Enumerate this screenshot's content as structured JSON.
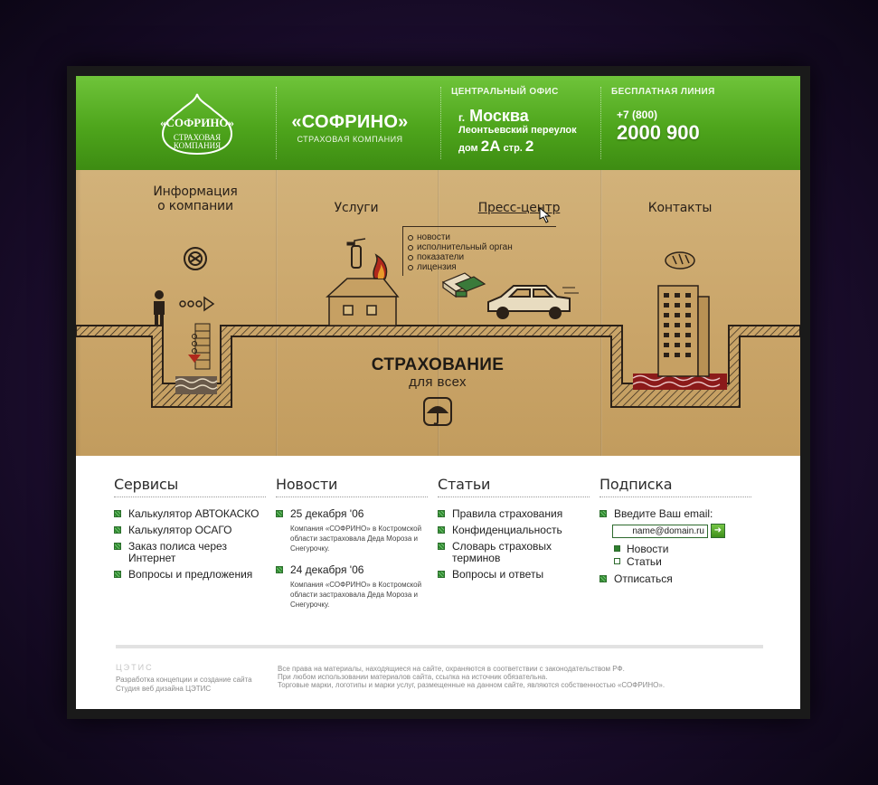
{
  "logo": {
    "name": "«СОФРИНО»",
    "sub_line1": "СТРАХОВАЯ",
    "sub_line2": "КОМПАНИЯ"
  },
  "brand": {
    "name": "«СОФРИНО»",
    "subtitle": "СТРАХОВАЯ КОМПАНИЯ"
  },
  "office": {
    "label": "ЦЕНТРАЛЬНЫЙ ОФИС",
    "city_prefix": "г.",
    "city": "Москва",
    "street": "Леонтьевский переулок",
    "house_prefix": "дом",
    "house": "2А",
    "building_prefix": "стр.",
    "building": "2"
  },
  "hotline": {
    "label": "БЕСПЛАТНАЯ ЛИНИЯ",
    "code": "+7 (800)",
    "number": "2000 900"
  },
  "nav": [
    {
      "label_line1": "Информация",
      "label_line2": "о компании",
      "icon": "manhole-icon"
    },
    {
      "label": "Услуги",
      "icon": "fire-extinguisher-icon"
    },
    {
      "label": "Пресс-центр",
      "icon": "money-stack-icon",
      "active": true
    },
    {
      "label": "Контакты",
      "icon": "bread-icon"
    }
  ],
  "press_submenu": [
    "новости",
    "исполнительный орган",
    "показатели",
    "лицензия"
  ],
  "hero": {
    "title": "СТРАХОВАНИЕ",
    "subtitle": "для всех"
  },
  "services": {
    "title": "Сервисы",
    "items": [
      "Калькулятор АВТОКАСКО",
      "Калькулятор ОСАГО",
      "Заказ полиса через Интернет",
      "Вопросы и предложения"
    ]
  },
  "news": {
    "title": "Новости",
    "items": [
      {
        "date": "25 декабря '06",
        "text": "Компания «СОФРИНО» в Костромской области застраховала Деда Мороза и Снегурочку."
      },
      {
        "date": "24 декабря '06",
        "text": "Компания «СОФРИНО» в Костромской области застраховала Деда Мороза и Снегурочку."
      }
    ]
  },
  "articles": {
    "title": "Статьи",
    "items": [
      "Правила страхования",
      "Конфиденциальность",
      "Словарь страховых терминов",
      "Вопросы и ответы"
    ]
  },
  "subscribe": {
    "title": "Подписка",
    "prompt": "Введите Ваш email:",
    "email_value": "name@domain.ru",
    "go": "➜",
    "options": [
      {
        "label": "Новости",
        "checked": true
      },
      {
        "label": "Статьи",
        "checked": false
      }
    ],
    "unsubscribe": "Отписаться"
  },
  "footer": {
    "logo_text": "ЦЭТИС",
    "credit_line1": "Разработка концепции и создание сайта",
    "credit_line2": "Студия веб дизайна ЦЭТИС",
    "legal_line1": "Все права на материалы, находящиеся на сайте, охраняются в соответствии с законодательством РФ.",
    "legal_line2": "При любом использовании материалов сайта, ссылка на источник обязательна.",
    "legal_line3": "Торговые марки, логотипы и марки услуг, размещенные на данном сайте, являются собственностью «СОФРИНО»."
  },
  "colors": {
    "header_green": "#4ea51c",
    "cardboard": "#c9a468",
    "bullet_green": "#3f9a3f",
    "water_red": "#8b1a1a"
  }
}
